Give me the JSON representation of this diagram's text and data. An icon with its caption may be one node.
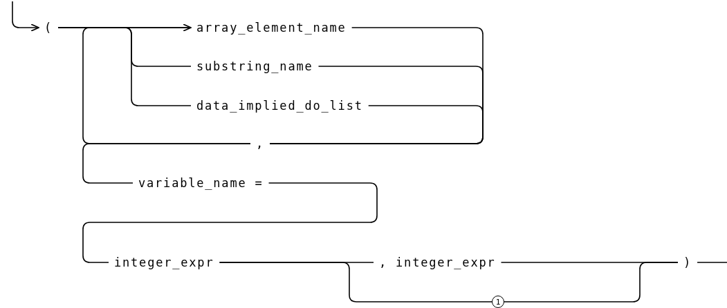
{
  "diagram": {
    "nodes": [
      {
        "text": [
          "("
        ]
      },
      {
        "text": [
          "array_element_name"
        ]
      },
      {
        "text": [
          "substring_name"
        ]
      },
      {
        "text": [
          "data_implied_do_list"
        ]
      },
      {
        "text": [
          ","
        ]
      },
      {
        "text": [
          "variable_name ="
        ]
      },
      {
        "text": [
          "integer_expr"
        ]
      },
      {
        "text": [
          ", integer_expr"
        ]
      },
      {
        "text": [
          ")"
        ]
      }
    ],
    "edges": [
      {
        "from": null,
        "to": 0,
        "arrow": "to"
      },
      {
        "from": 0,
        "to": 1,
        "arrow": "none"
      },
      {
        "from": 0,
        "to": 2,
        "arrow": "none"
      },
      {
        "from": 0,
        "to": 3,
        "arrow": "none"
      },
      {
        "from": 1,
        "to": 4,
        "arrow": "none"
      },
      {
        "from": 2,
        "to": 4,
        "arrow": "none"
      },
      {
        "from": 3,
        "to": 4,
        "arrow": "none"
      },
      {
        "from": 4,
        "to": 1,
        "arrow": "to"
      },
      {
        "from": 4,
        "to": 5,
        "arrow": "none"
      },
      {
        "from": 5,
        "to": 6,
        "arrow": "none"
      },
      {
        "from": 6,
        "to": 7,
        "arrow": "none"
      },
      {
        "from": 6,
        "to": 8,
        "arrow": "none"
      },
      {
        "from": 7,
        "to": 8,
        "arrow": "none"
      },
      {
        "from": 8,
        "to": null,
        "arrow": "none"
      }
    ],
    "labels": [
      "1"
    ]
  }
}
